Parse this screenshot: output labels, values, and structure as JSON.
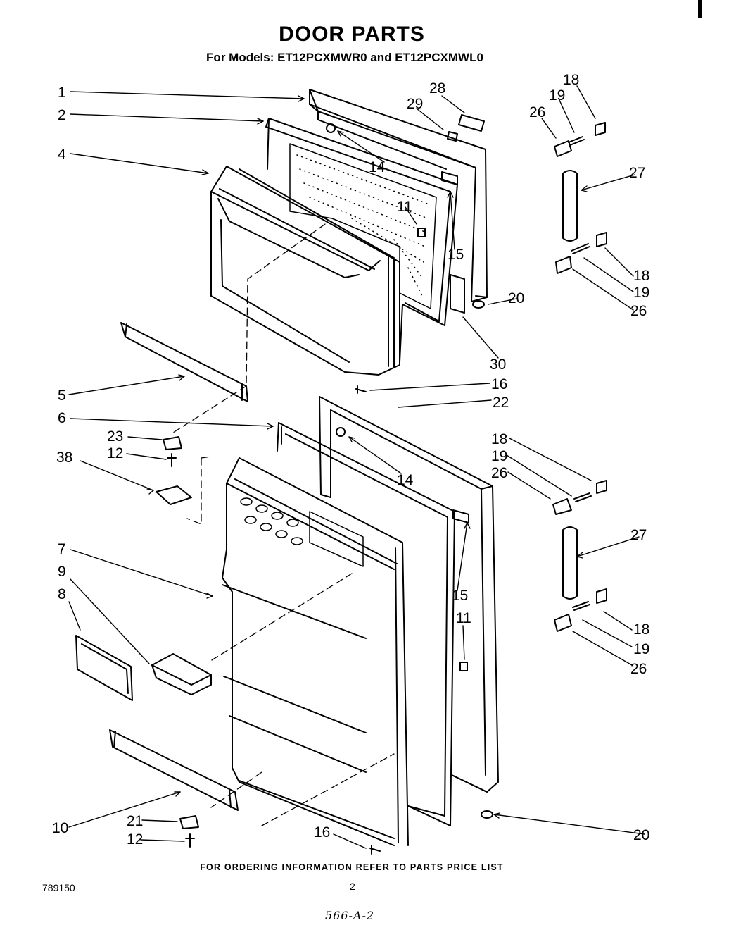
{
  "header": {
    "title": "DOOR PARTS",
    "subtitle": "For Models: ET12PCXMWR0 and ET12PCXMWL0"
  },
  "callouts": [
    "1",
    "2",
    "4",
    "28",
    "29",
    "14",
    "11",
    "15",
    "18",
    "19",
    "26",
    "27",
    "20",
    "30",
    "5",
    "16",
    "22",
    "6",
    "23",
    "12",
    "38",
    "7",
    "9",
    "8",
    "10",
    "21"
  ],
  "footer": {
    "ordering_note": "FOR ORDERING INFORMATION REFER TO PARTS PRICE LIST",
    "catalog_number": "789150",
    "page_number": "2",
    "handwritten_code": "566-A-2"
  }
}
